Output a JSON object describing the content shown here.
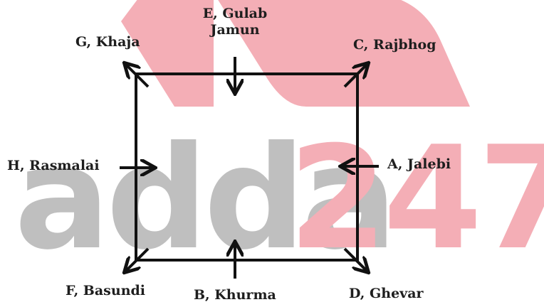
{
  "watermark": {
    "text_main": "adda",
    "text_num": "247"
  },
  "positions": [
    {
      "id": "E",
      "label": "E, Gulab Jamun",
      "line1": "E, Gulab",
      "line2": "Jamun"
    },
    {
      "id": "G",
      "label": "G, Khaja"
    },
    {
      "id": "C",
      "label": "C, Rajbhog"
    },
    {
      "id": "H",
      "label": "H, Rasmalai"
    },
    {
      "id": "A",
      "label": "A, Jalebi"
    },
    {
      "id": "F",
      "label": "F, Basundi"
    },
    {
      "id": "B",
      "label": "B, Khurma"
    },
    {
      "id": "D",
      "label": "D, Ghevar"
    }
  ],
  "colors": {
    "watermark_grey": "#bfbfbf",
    "watermark_red": "#f4aeb6",
    "line": "#111111",
    "text": "#1e1e1e"
  }
}
